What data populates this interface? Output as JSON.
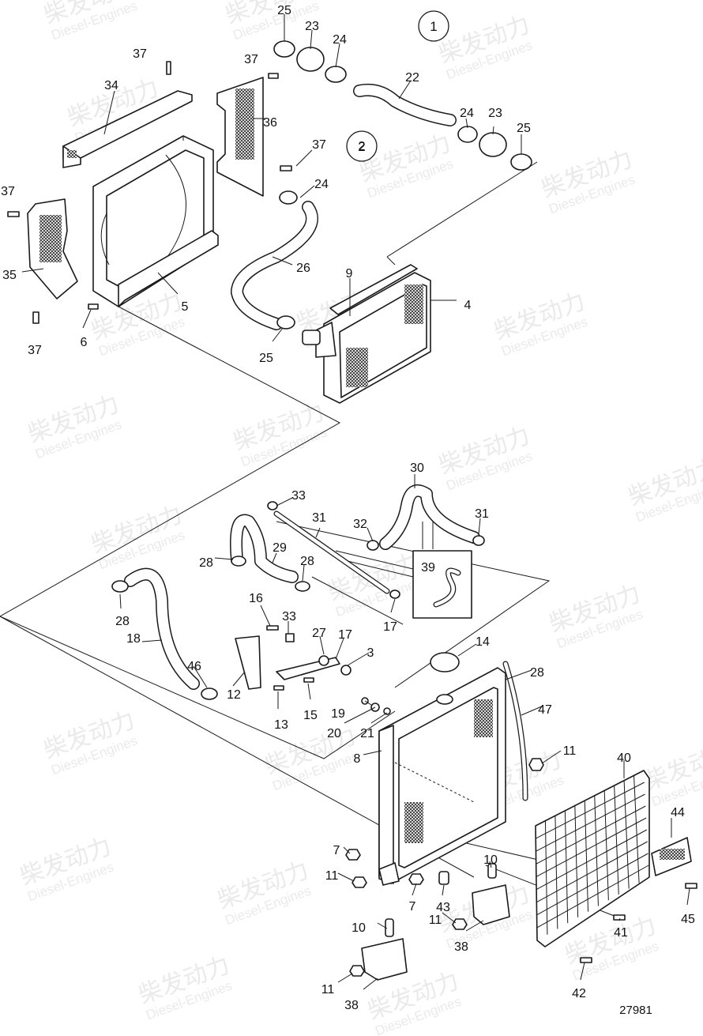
{
  "watermark": {
    "text": "柴发动力",
    "subtext": "Diesel-Engines"
  },
  "circled_labels": [
    "1",
    "2"
  ],
  "callouts": [
    "25",
    "23",
    "24",
    "37",
    "37",
    "34",
    "36",
    "22",
    "24",
    "23",
    "25",
    "37",
    "2",
    "37",
    "24",
    "35",
    "26",
    "9",
    "4",
    "5",
    "37",
    "6",
    "25",
    "30",
    "33",
    "31",
    "32",
    "31",
    "28",
    "29",
    "28",
    "39",
    "28",
    "18",
    "16",
    "33",
    "46",
    "27",
    "17",
    "14",
    "17",
    "3",
    "28",
    "12",
    "47",
    "13",
    "15",
    "19",
    "20",
    "21",
    "8",
    "11",
    "40",
    "44",
    "7",
    "10",
    "11",
    "7",
    "43",
    "11",
    "38",
    "45",
    "10",
    "41",
    "11",
    "42",
    "38"
  ],
  "drawing_number": "27981",
  "colors": {
    "line": "#1a1a1a",
    "background": "#ffffff",
    "watermark": "#d9d9d9"
  }
}
